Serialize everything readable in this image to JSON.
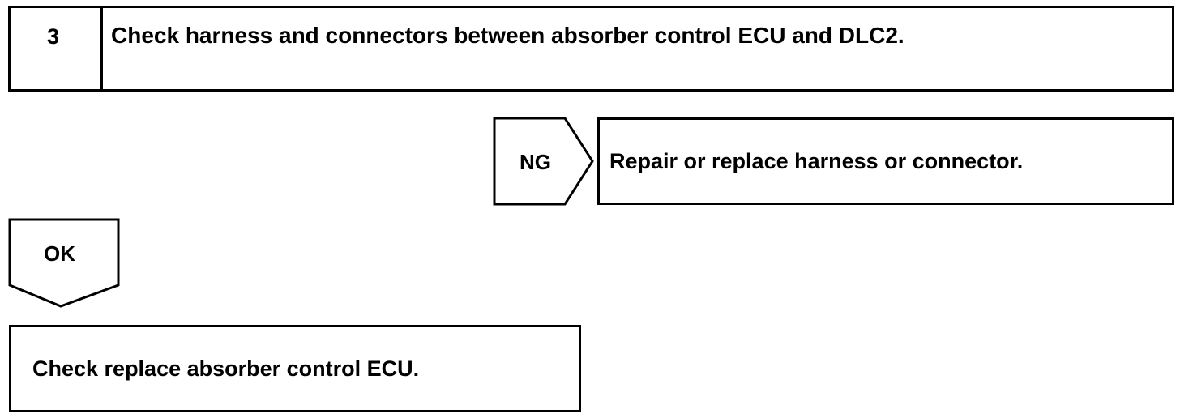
{
  "step": {
    "number": "3",
    "title": "Check harness and connectors between absorber control ECU and DLC2."
  },
  "ng_branch": {
    "label": "NG",
    "action": "Repair or replace harness or connector."
  },
  "ok_branch": {
    "label": "OK",
    "action": "Check replace absorber control ECU."
  }
}
